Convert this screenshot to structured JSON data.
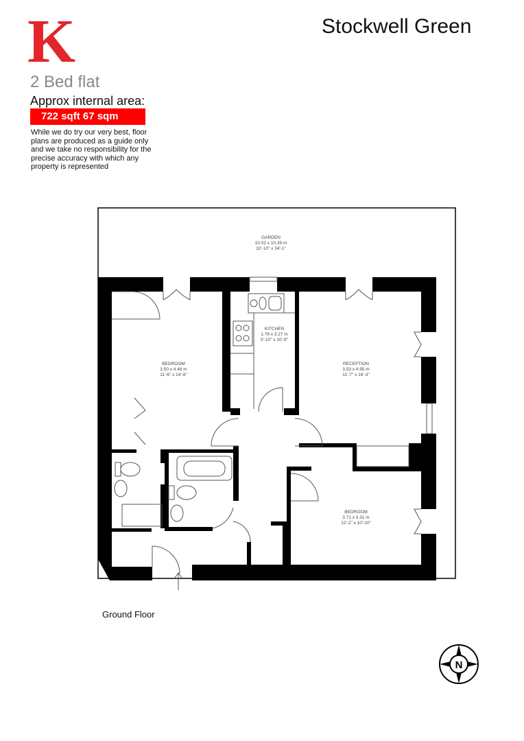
{
  "header": {
    "logo_letter": "K",
    "title": "Stockwell Green",
    "subtitle": "2 Bed flat",
    "area_label": "Approx internal area:",
    "area_value": "722 sqft  67 sqm",
    "disclaimer": "While we do try our very best, floor plans are produced as a guide  only  and we take no responsibility for the precise accuracy  with which any property is represented"
  },
  "colors": {
    "brand": "#e3262b",
    "area_box": "#ff0000",
    "walls": "#000000"
  },
  "plan": {
    "floor_label": "Ground Floor",
    "rooms": [
      {
        "name": "GARDEN",
        "metric": "10.02 x 10.39 m",
        "imperial": "32'-10\" x 34'-1\""
      },
      {
        "name": "KITCHEN",
        "metric": "1.78 x 3.27 m",
        "imperial": "5'-10\" x 10'-9\""
      },
      {
        "name": "BEDROOM",
        "metric": "3.50 x 4.48 m",
        "imperial": "11'-6\" x 14'-8\""
      },
      {
        "name": "RECEPTION",
        "metric": "3.53 x 4.95 m",
        "imperial": "11'-7\" x 16'-3\""
      },
      {
        "name": "BEDROOM",
        "metric": "3.71 x 3.31 m",
        "imperial": "12'-2\" x 10'-10\""
      }
    ],
    "compass": {
      "label": "N",
      "icon": "compass-north-icon"
    }
  }
}
